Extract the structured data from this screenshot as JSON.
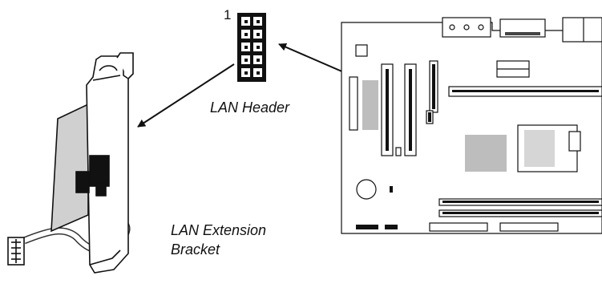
{
  "header": {
    "pin_number": "1",
    "label": "LAN Header"
  },
  "bracket": {
    "label_line1": "LAN Extension",
    "label_line2": "Bracket"
  },
  "colors": {
    "ink": "#111111",
    "board_gray": "#d0d0d0",
    "chip_gray": "#bdbdbd"
  },
  "icons": [
    "lan-header-connector",
    "lan-extension-bracket-icon",
    "motherboard-layout-icon",
    "arrow-icon"
  ]
}
